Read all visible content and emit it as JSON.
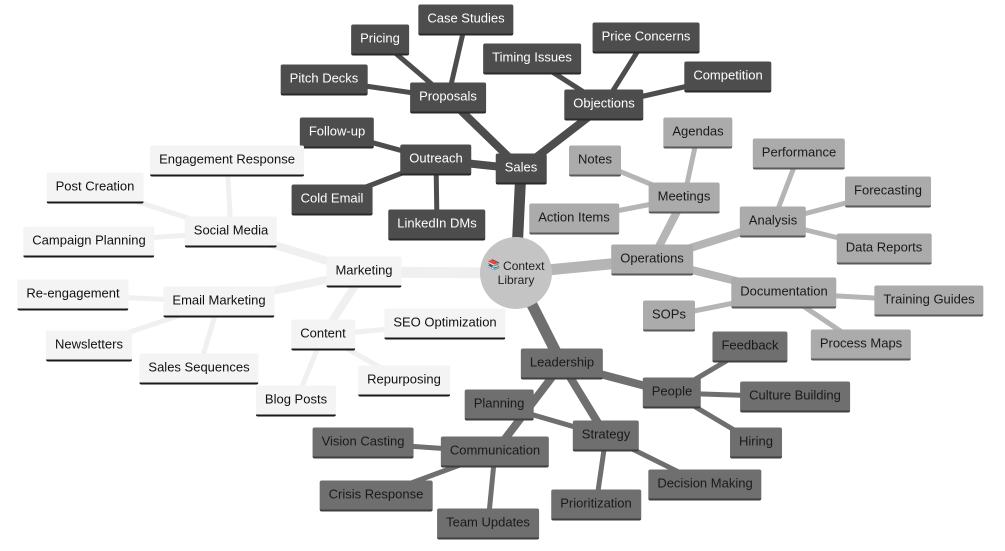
{
  "root": {
    "icon": "context-library-icon",
    "label_line1": "Context",
    "label_line2": "Library"
  },
  "colors": {
    "sales": "#4d4d4d",
    "sales_border": "#2a2a2a",
    "sales_text": "#ffffff",
    "marketing": "#f4f4f4",
    "marketing_border": "#1a1a1a",
    "marketing_text": "#111111",
    "operations": "#ababab",
    "operations_border": "#5a5a5a",
    "operations_text": "#1a1a1a",
    "leadership": "#6f6f6f",
    "leadership_border": "#3f3f3f",
    "leadership_text": "#1a1a1a",
    "root": "#c4c4c4"
  },
  "branches": {
    "sales": {
      "label": "Sales",
      "outreach": {
        "label": "Outreach",
        "followup": "Follow-up",
        "coldemail": "Cold Email",
        "linkedin": "LinkedIn DMs"
      },
      "proposals": {
        "label": "Proposals",
        "pitchdecks": "Pitch Decks",
        "pricing": "Pricing",
        "casestudies": "Case Studies"
      },
      "objections": {
        "label": "Objections",
        "timing": "Timing Issues",
        "price": "Price Concerns",
        "competition": "Competition"
      }
    },
    "marketing": {
      "label": "Marketing",
      "social": {
        "label": "Social Media",
        "engagement": "Engagement Response",
        "postcreation": "Post Creation",
        "campaign": "Campaign Planning"
      },
      "email": {
        "label": "Email Marketing",
        "reengagement": "Re-engagement",
        "newsletters": "Newsletters",
        "salesseq": "Sales Sequences"
      },
      "content": {
        "label": "Content",
        "seo": "SEO Optimization",
        "repurposing": "Repurposing",
        "blogposts": "Blog Posts"
      }
    },
    "operations": {
      "label": "Operations",
      "meetings": {
        "label": "Meetings",
        "agendas": "Agendas",
        "notes": "Notes",
        "actionitems": "Action Items"
      },
      "analysis": {
        "label": "Analysis",
        "performance": "Performance",
        "forecasting": "Forecasting",
        "datareports": "Data Reports"
      },
      "documentation": {
        "label": "Documentation",
        "sops": "SOPs",
        "trainingguides": "Training Guides",
        "processmaps": "Process Maps"
      }
    },
    "leadership": {
      "label": "Leadership",
      "people": {
        "label": "People",
        "feedback": "Feedback",
        "culture": "Culture Building",
        "hiring": "Hiring"
      },
      "strategy": {
        "label": "Strategy",
        "planning": "Planning",
        "prioritization": "Prioritization",
        "decision": "Decision Making"
      },
      "communication": {
        "label": "Communication",
        "vision": "Vision Casting",
        "crisis": "Crisis Response",
        "teamupdates": "Team Updates"
      }
    }
  }
}
